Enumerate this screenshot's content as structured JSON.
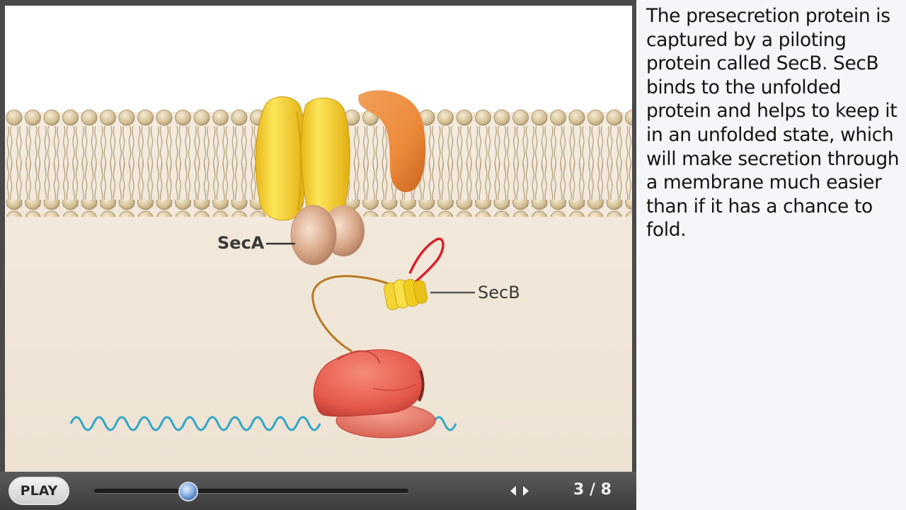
{
  "illustration": {
    "labels": {
      "seca": "SecA",
      "secb": "SecB"
    }
  },
  "controls": {
    "play_label": "PLAY",
    "page_current": 3,
    "page_total": 8,
    "page_text": "3 / 8",
    "progress": 0.3
  },
  "caption": {
    "text": "The presecretion protein is captured by a piloting protein called SecB. SecB binds to the unfolded protein and helps to keep it in an unfolded state, which will make secretion through a membrane much easier than if it has a chance to fold."
  },
  "colors": {
    "background_fill": "#efe5d7",
    "membrane_head": "#d5c29a",
    "translocon": "#f2d43a",
    "seca": "#d6a585",
    "peripheral_protein": "#ec8a3a",
    "secb": "#f0d02a",
    "ribosome": "#e85a4a",
    "mrna": "#2fa6c8",
    "signal_sequence": "#d8202a"
  }
}
